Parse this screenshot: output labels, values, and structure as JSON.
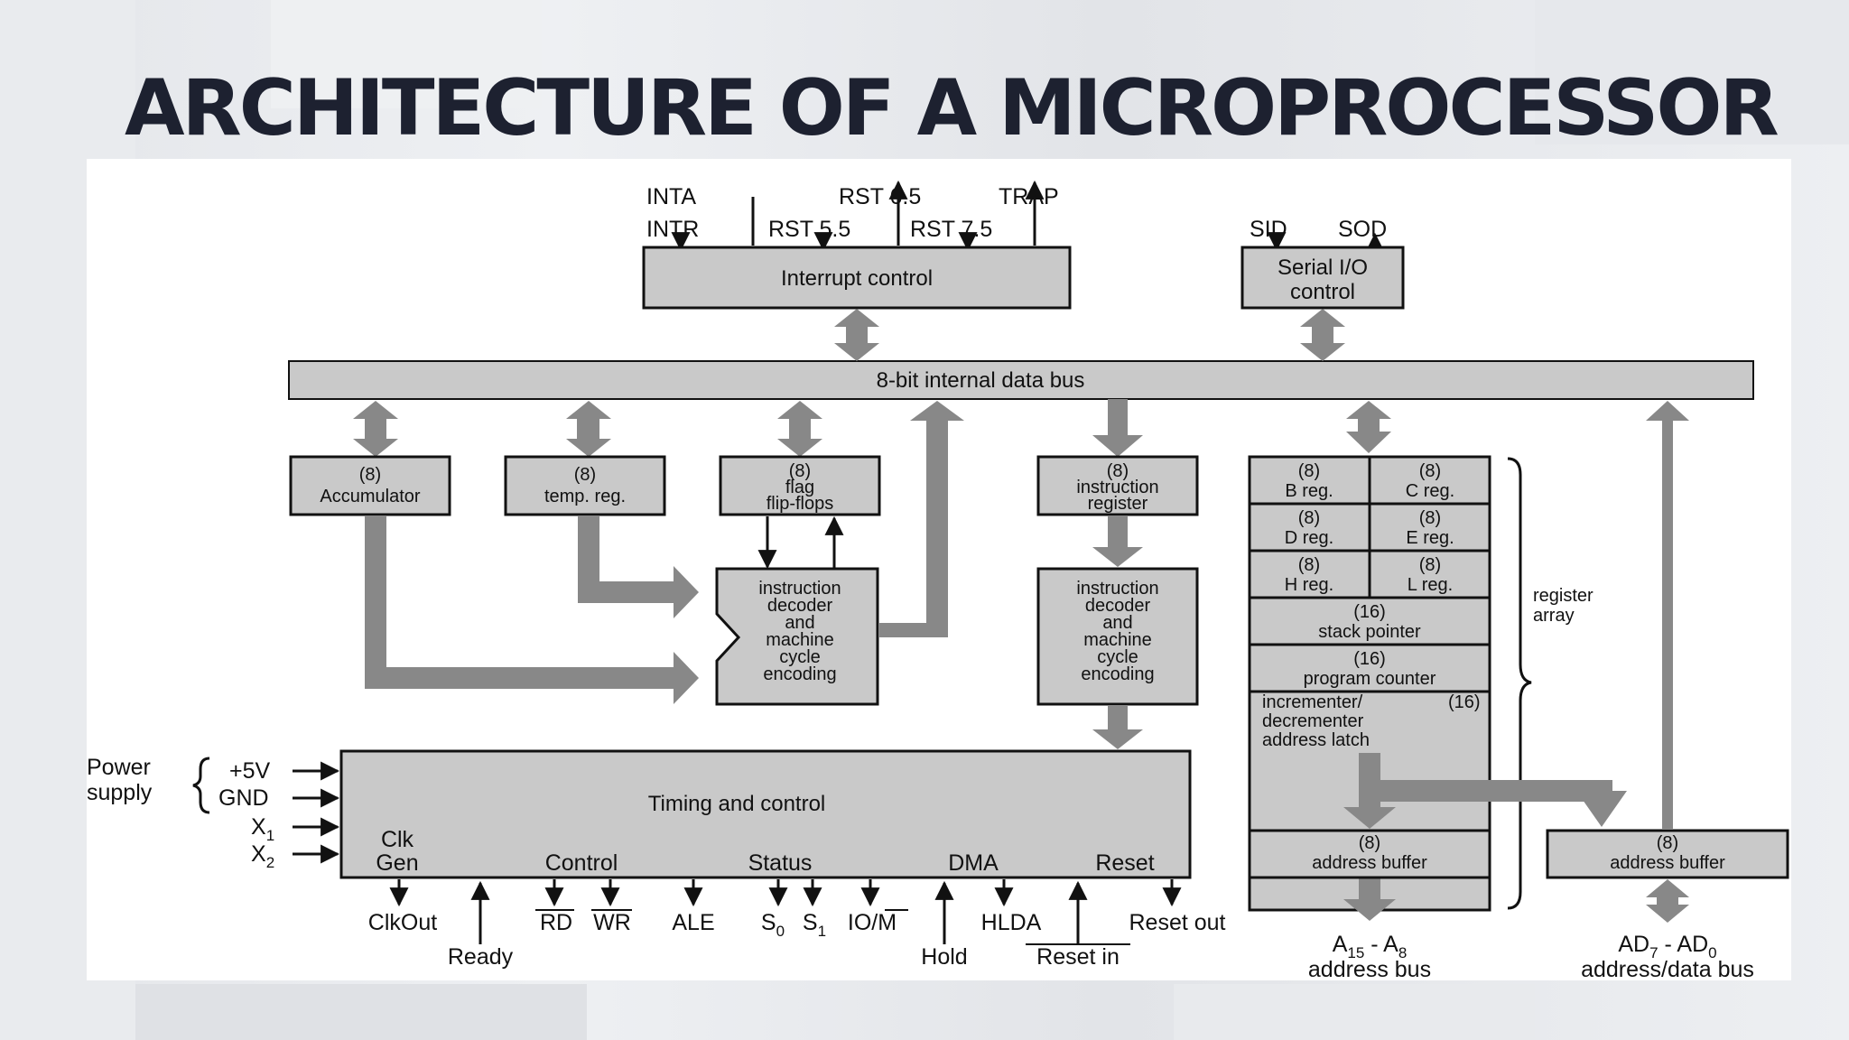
{
  "slide_title": "ARCHITECTURE OF A MICROPROCESSOR",
  "colors": {
    "title": "#1d2130",
    "block_fill": "#c9c9c9",
    "arrow_gray": "#888888",
    "line": "#111111",
    "panel": "#ffffff"
  },
  "interrupts": {
    "intr": "INTR",
    "inta": "INTA",
    "rst55": "RST 5.5",
    "rst65": "RST 6.5",
    "rst75": "RST 7.5",
    "trap": "TRAP"
  },
  "serial": {
    "sid": "SID",
    "sod": "SOD",
    "line1": "Serial I/O",
    "line2": "control"
  },
  "blocks": {
    "interrupt_control": "Interrupt control",
    "data_bus": "8-bit internal data bus",
    "acc_size": "(8)",
    "accumulator": "Accumulator",
    "temp_size": "(8)",
    "temp_reg": "temp. reg.",
    "flag_size": "(8)",
    "flag_l1": "flag",
    "flag_l2": "flip-flops",
    "ir_size": "(8)",
    "ir_l1": "instruction",
    "ir_l2": "register",
    "dec_l1": "instruction",
    "dec_l2": "decoder",
    "dec_l3": "and",
    "dec_l4": "machine",
    "dec_l5": "cycle",
    "dec_l6": "encoding",
    "timing": "Timing and control"
  },
  "registers": {
    "b_size": "(8)",
    "b": "B reg.",
    "c_size": "(8)",
    "c": "C reg.",
    "d_size": "(8)",
    "d": "D reg.",
    "e_size": "(8)",
    "e": "E reg.",
    "h_size": "(8)",
    "h": "H reg.",
    "l_size": "(8)",
    "l": "L reg.",
    "sp_size": "(16)",
    "sp": "stack pointer",
    "pc_size": "(16)",
    "pc": "program counter",
    "inc_l1": "incrementer/",
    "inc_size": "(16)",
    "inc_l2": "decrementer",
    "inc_l3": "address latch",
    "array_l1": "register",
    "array_l2": "array"
  },
  "address": {
    "buf_size": "(8)",
    "buf": "address buffer",
    "high_main": "A",
    "high_sub1": "15",
    "high_mid": " - A",
    "high_sub2": "8",
    "high_bus": "address bus",
    "low_main": "AD",
    "low_sub1": "7",
    "low_mid": " - AD",
    "low_sub2": "0",
    "low_bus": "address/data bus"
  },
  "power": {
    "l1": "Power",
    "l2": "supply",
    "v5": "+5V",
    "gnd": "GND",
    "x": "X",
    "x1": "1",
    "x2": "2"
  },
  "timing_inner": {
    "clk1": "Clk",
    "clk2": "Gen",
    "control": "Control",
    "status": "Status",
    "dma": "DMA",
    "reset": "Reset"
  },
  "outputs": {
    "clkout": "ClkOut",
    "ready": "Ready",
    "rd": "RD",
    "wr": "WR",
    "ale": "ALE",
    "s": "S",
    "s0": "0",
    "s1": "1",
    "iom": "IO/M",
    "hold": "Hold",
    "hlda": "HLDA",
    "reset_in": "Reset in",
    "reset_out": "Reset out"
  }
}
